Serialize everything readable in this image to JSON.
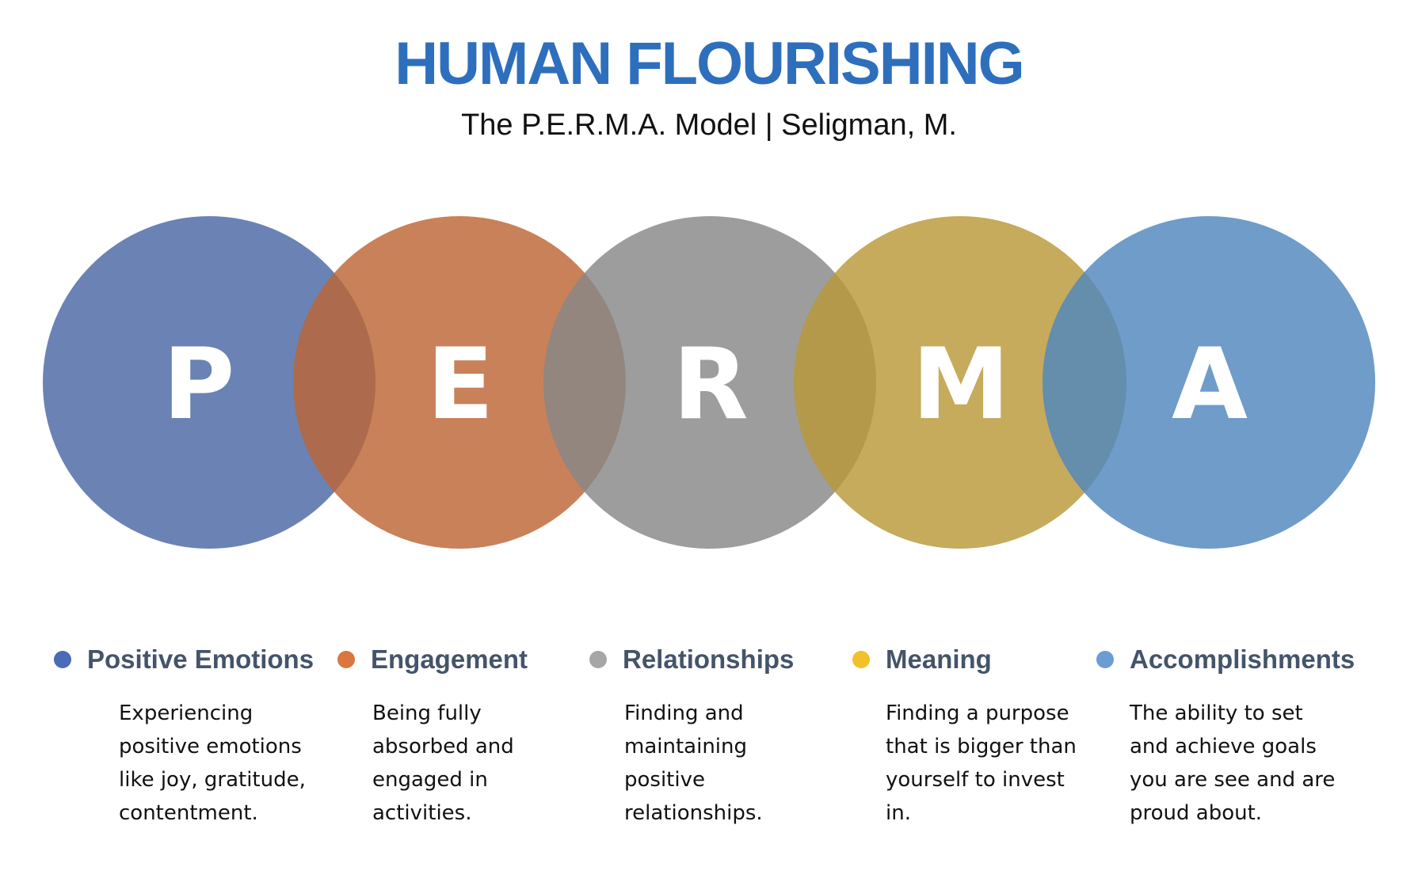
{
  "title": "HUMAN FLOURISHING",
  "subtitle": "The P.E.R.M.A. Model | Seligman, M.",
  "colors": {
    "title": "#2e6fbd"
  },
  "pillars": [
    {
      "letter": "P",
      "name": "Positive Emotions",
      "description": "Experiencing positive emotions like joy, gratitude, contentment.",
      "circle_color": "#4a66a3",
      "dot_color": "#4a6bb8"
    },
    {
      "letter": "E",
      "name": "Engagement",
      "description": "Being fully absorbed and engaged in activities.",
      "circle_color": "#bd6535",
      "dot_color": "#d9773f"
    },
    {
      "letter": "R",
      "name": "Relationships",
      "description": "Finding and maintaining positive relationships.",
      "circle_color": "#878787",
      "dot_color": "#a6a6a6"
    },
    {
      "letter": "M",
      "name": "Meaning",
      "description": "Finding a purpose that is bigger than yourself to invest in.",
      "circle_color": "#ba9939",
      "dot_color": "#f2c029"
    },
    {
      "letter": "A",
      "name": "Accomplishments",
      "description": "The ability to set and achieve goals you are see and are proud about.",
      "circle_color": "#4f86bd",
      "dot_color": "#6b9cd4"
    }
  ]
}
